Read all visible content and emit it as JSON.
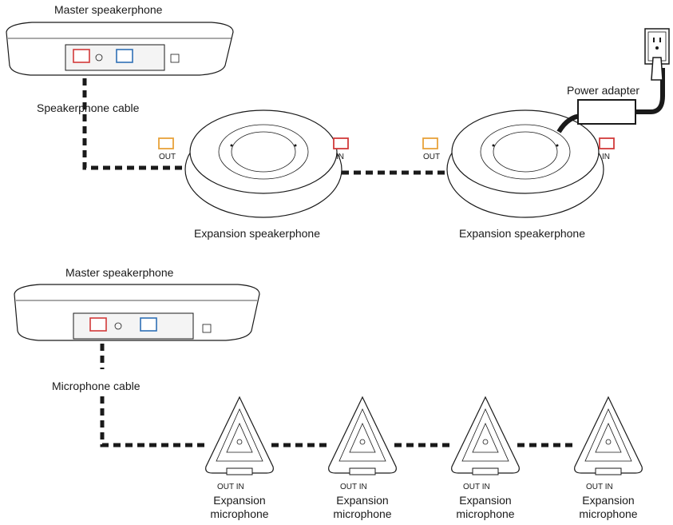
{
  "top": {
    "master_label": "Master speakerphone",
    "cable_label": "Speakerphone cable",
    "power_adapter_label": "Power adapter",
    "expansion_label_1": "Expansion speakerphone",
    "expansion_label_2": "Expansion speakerphone",
    "port_out_1": "OUT",
    "port_in_1": "IN",
    "port_out_2": "OUT",
    "port_in_2": "IN"
  },
  "bottom": {
    "master_label": "Master speakerphone",
    "cable_label": "Microphone cable",
    "mics": [
      {
        "ports": "OUT IN",
        "line1": "Expansion",
        "line2": "microphone"
      },
      {
        "ports": "OUT IN",
        "line1": "Expansion",
        "line2": "microphone"
      },
      {
        "ports": "OUT IN",
        "line1": "Expansion",
        "line2": "microphone"
      },
      {
        "ports": "OUT IN",
        "line1": "Expansion",
        "line2": "microphone"
      }
    ]
  },
  "colors": {
    "out_port": "#e8a23a",
    "in_port": "#d23a3a",
    "blue_port": "#2f6fb5",
    "red_port": "#d23a3a"
  }
}
